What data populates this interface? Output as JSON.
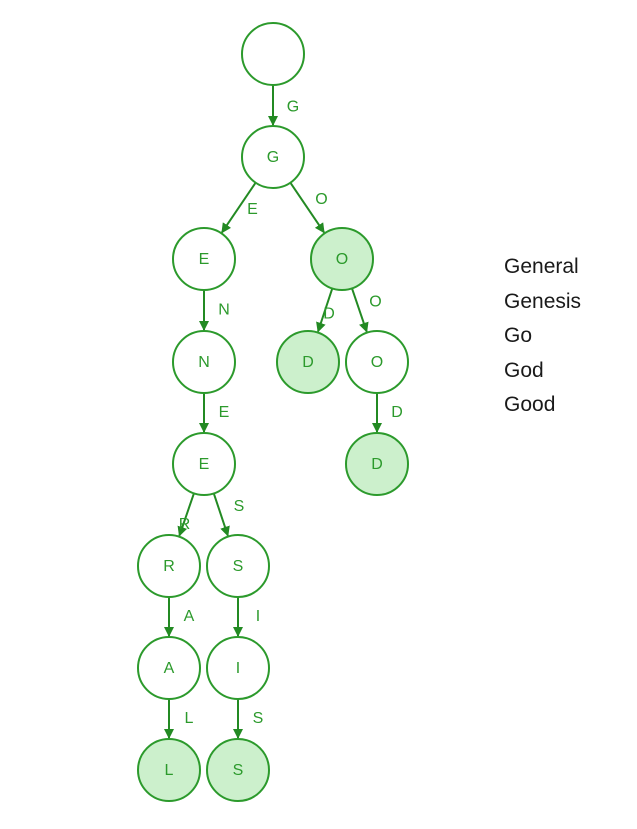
{
  "colors": {
    "node_stroke": "#2c9a2c",
    "node_fill_default": "#ffffff",
    "node_fill_word_end": "#ccf0cc",
    "edge": "#238a23",
    "text": "#2c9a2c"
  },
  "trie": {
    "nodes": [
      {
        "id": "root",
        "label": "",
        "word_end": false
      },
      {
        "id": "g",
        "label": "G",
        "word_end": false
      },
      {
        "id": "ge",
        "label": "E",
        "word_end": false
      },
      {
        "id": "go",
        "label": "O",
        "word_end": true
      },
      {
        "id": "gen",
        "label": "N",
        "word_end": false
      },
      {
        "id": "god",
        "label": "D",
        "word_end": true
      },
      {
        "id": "goo",
        "label": "O",
        "word_end": false
      },
      {
        "id": "gene",
        "label": "E",
        "word_end": false
      },
      {
        "id": "good",
        "label": "D",
        "word_end": true
      },
      {
        "id": "gener",
        "label": "R",
        "word_end": false
      },
      {
        "id": "genes",
        "label": "S",
        "word_end": false
      },
      {
        "id": "genera",
        "label": "A",
        "word_end": false
      },
      {
        "id": "genesi",
        "label": "I",
        "word_end": false
      },
      {
        "id": "general",
        "label": "L",
        "word_end": true
      },
      {
        "id": "genesis",
        "label": "S",
        "word_end": true
      }
    ],
    "edges": [
      {
        "from": "root",
        "to": "g",
        "label": "G"
      },
      {
        "from": "g",
        "to": "ge",
        "label": "E"
      },
      {
        "from": "g",
        "to": "go",
        "label": "O"
      },
      {
        "from": "ge",
        "to": "gen",
        "label": "N"
      },
      {
        "from": "go",
        "to": "god",
        "label": "D"
      },
      {
        "from": "go",
        "to": "goo",
        "label": "O"
      },
      {
        "from": "gen",
        "to": "gene",
        "label": "E"
      },
      {
        "from": "goo",
        "to": "good",
        "label": "D"
      },
      {
        "from": "gene",
        "to": "gener",
        "label": "R"
      },
      {
        "from": "gene",
        "to": "genes",
        "label": "S"
      },
      {
        "from": "gener",
        "to": "genera",
        "label": "A"
      },
      {
        "from": "genes",
        "to": "genesi",
        "label": "I"
      },
      {
        "from": "genera",
        "to": "general",
        "label": "L"
      },
      {
        "from": "genesi",
        "to": "genesis",
        "label": "S"
      }
    ]
  },
  "words": [
    "General",
    "Genesis",
    "Go",
    "God",
    "Good"
  ]
}
